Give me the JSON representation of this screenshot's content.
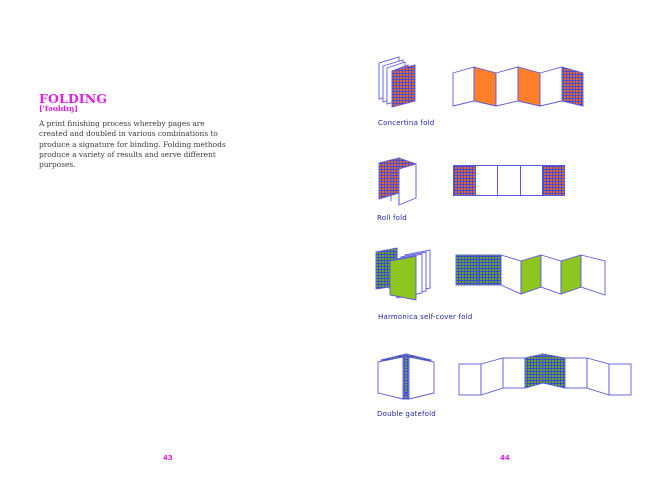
{
  "left_page": {
    "title": "FOLDING",
    "phonetic": "['fəʊldɪŋ]",
    "description": "A print finishing process whereby pages are created and doubled in various combinations to produce a signature for binding. Folding methods produce a variety of results and serve different purposes.",
    "page_number": "43"
  },
  "right_page": {
    "page_number": "44",
    "folds": [
      {
        "label": "Concertina fold",
        "accent": "#ff7f2a",
        "pattern": "orange-blue-check"
      },
      {
        "label": "Roll fold",
        "accent": "#e06a30",
        "pattern": "orange-blue-check"
      },
      {
        "label": "Harmonica self-cover fold",
        "accent": "#8cc61e",
        "pattern": "green-blue-check"
      },
      {
        "label": "Double gatefold",
        "accent": "#6aa52a",
        "pattern": "green-blue-check"
      }
    ]
  },
  "colors": {
    "accent_magenta": "#e21ee6",
    "line_blue": "#5a5ae0",
    "caption_blue": "#2222aa",
    "orange": "#ff7f2a",
    "green": "#8cc61e"
  }
}
